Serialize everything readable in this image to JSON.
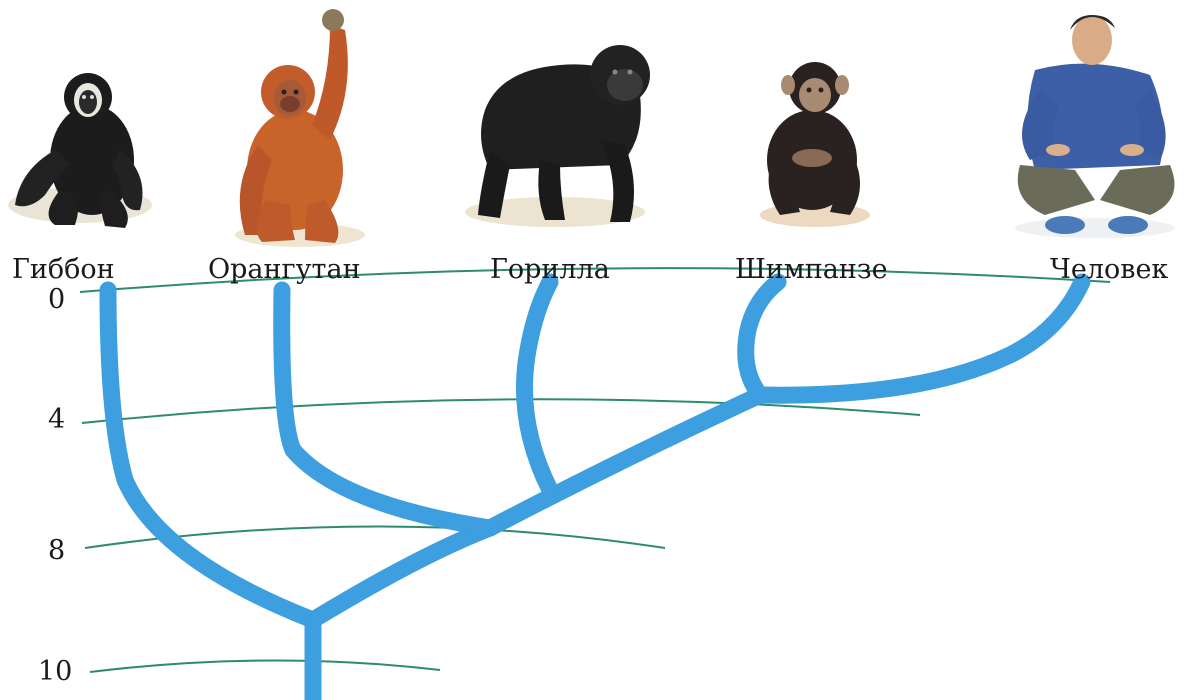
{
  "species": [
    {
      "id": "gibbon",
      "label": "Гиббон"
    },
    {
      "id": "orangutan",
      "label": "Орангутан"
    },
    {
      "id": "gorilla",
      "label": "Горилла"
    },
    {
      "id": "chimpanzee",
      "label": "Шимпанзе"
    },
    {
      "id": "human",
      "label": "Человек"
    }
  ],
  "time_axis": {
    "ticks": [
      "0",
      "4",
      "8",
      "10"
    ]
  },
  "colors": {
    "branch": "#3d9ee0",
    "time_line": "#2e8b6e",
    "text": "#1a1a1a"
  }
}
